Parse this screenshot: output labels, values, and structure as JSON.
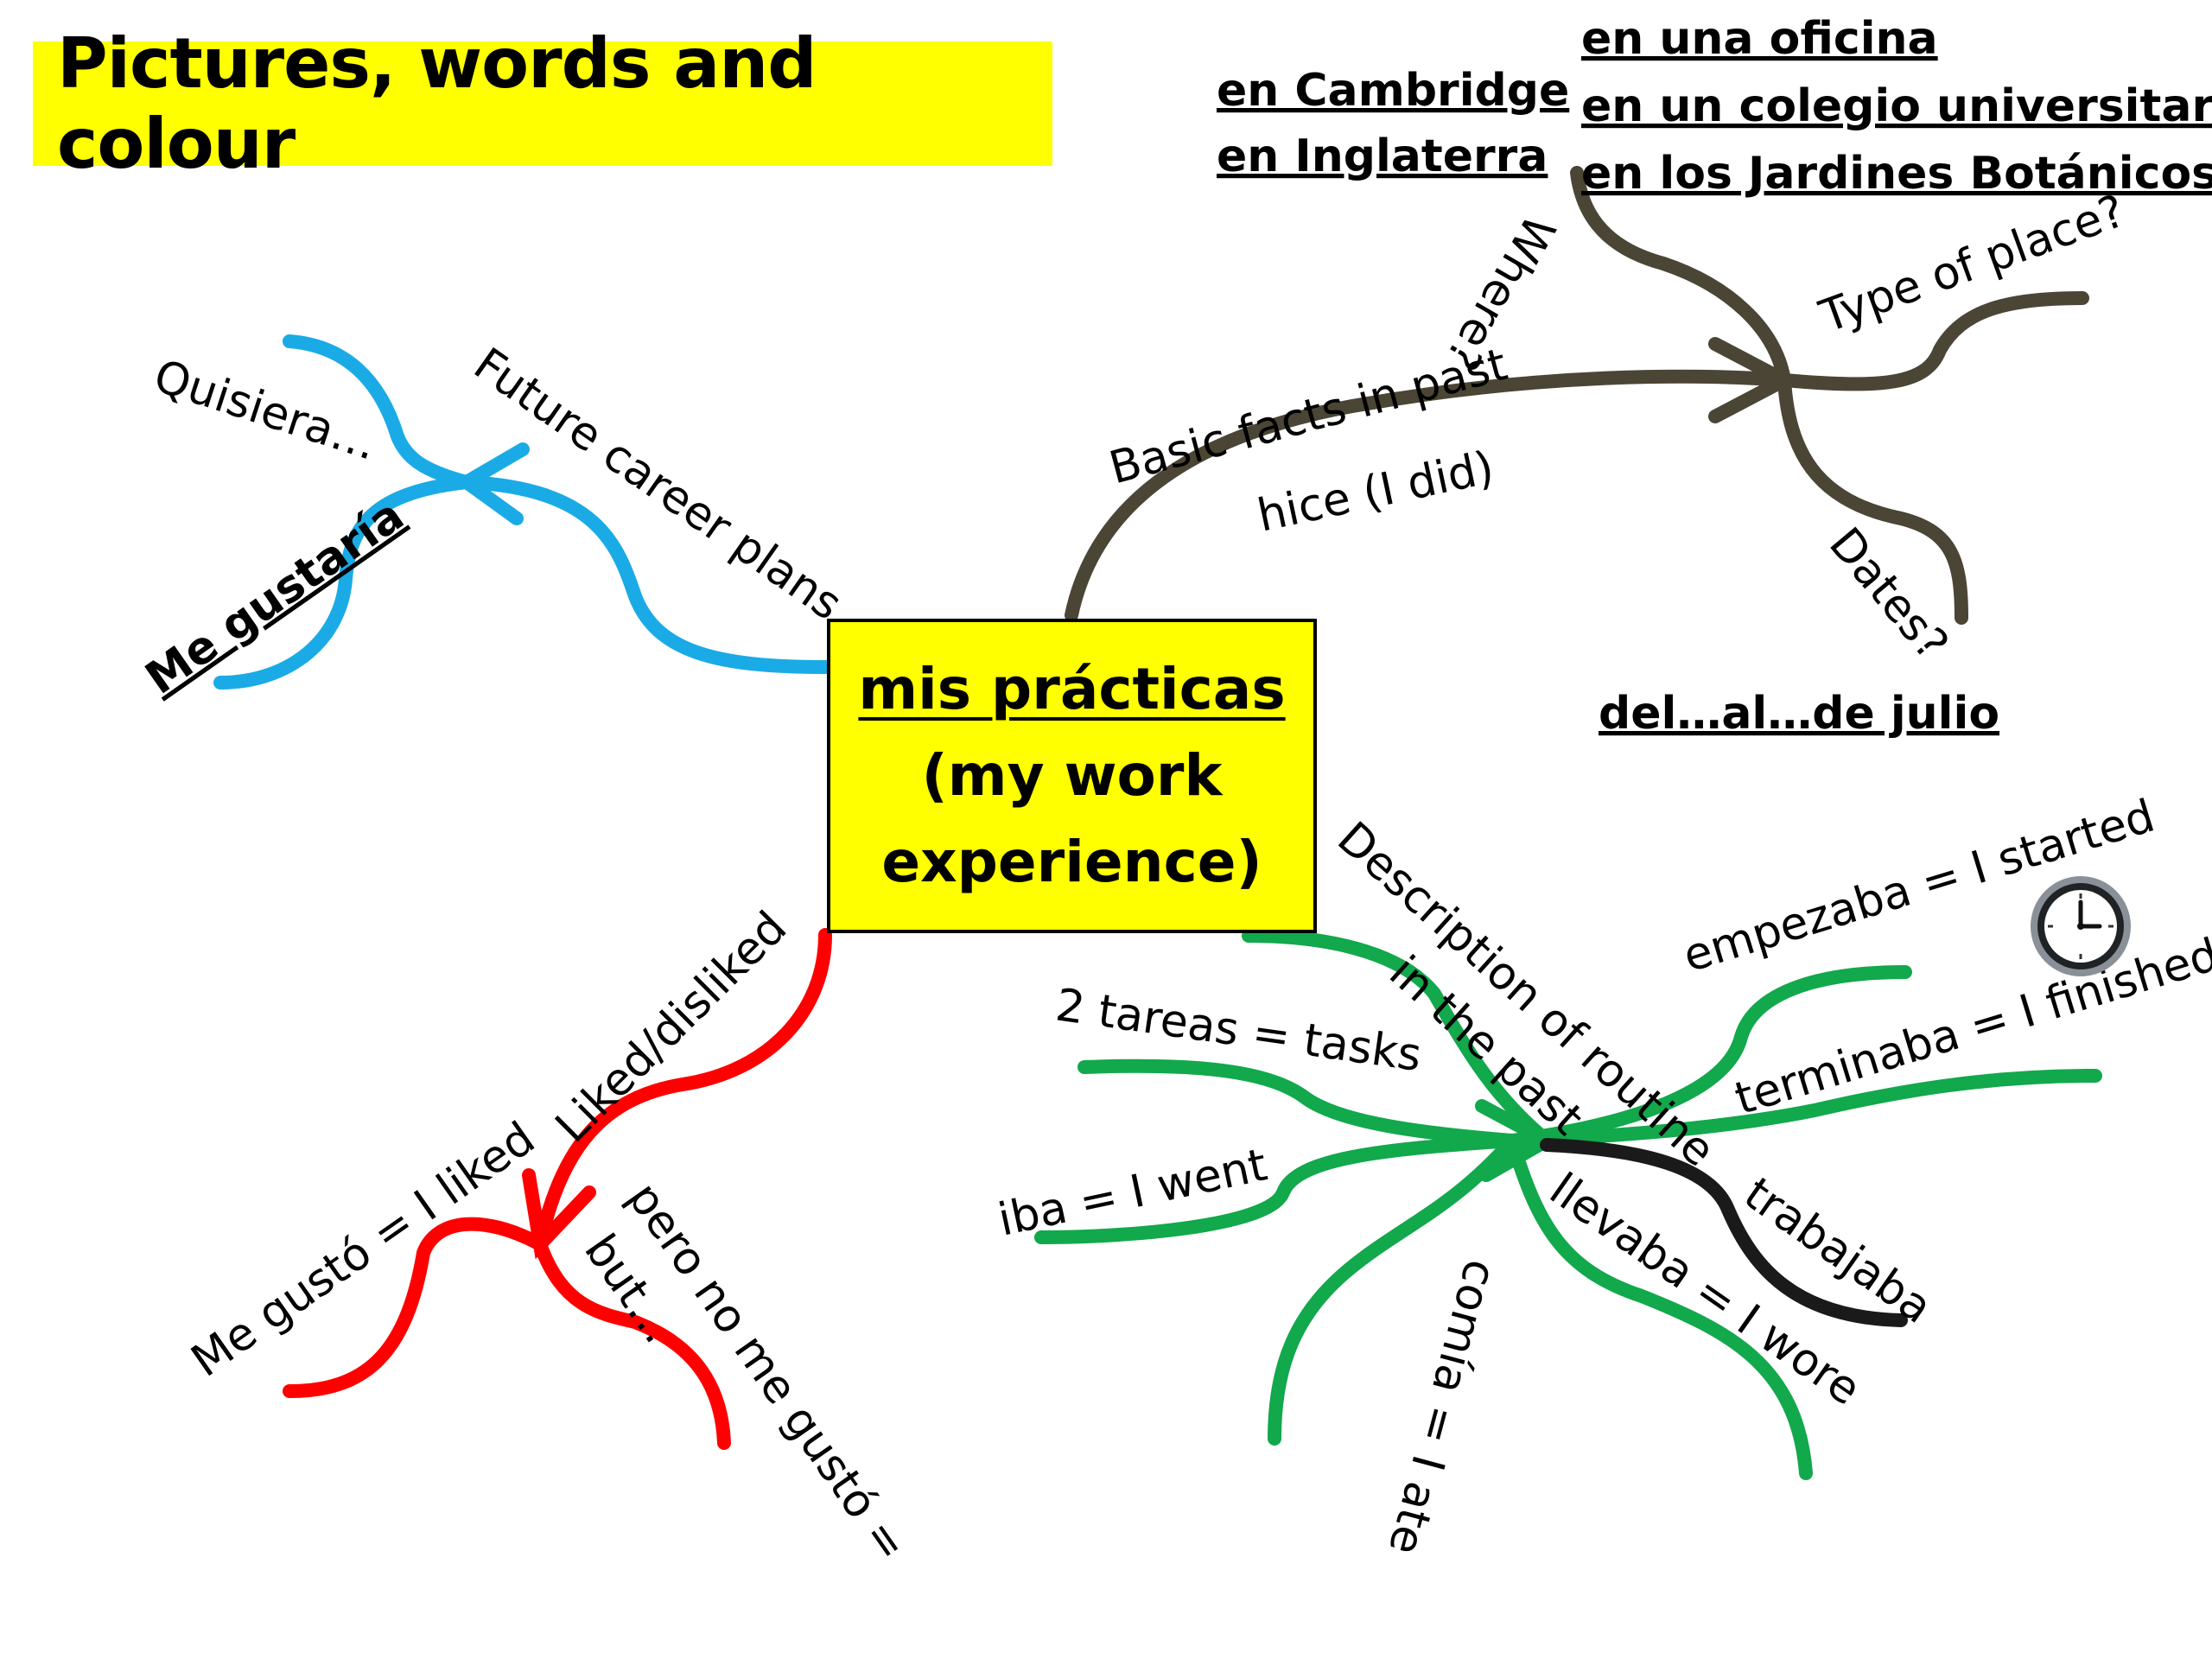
{
  "title": "Pictures, words and colour",
  "center": {
    "line1": "mis prácticas",
    "line2": "(my work",
    "line3": "experience)"
  },
  "future": {
    "branch": "Future career plans",
    "quisiera": "Quisiera",
    "quisiera_dots": "…",
    "me_gustaria": "Me gustaría"
  },
  "facts": {
    "branch": "Basic facts in past",
    "hice": "hice",
    "hice_gloss": " (I did)",
    "where": "Where?",
    "type": "Type of place?",
    "dates": "Dates?",
    "cambridge": "en Cambridge",
    "inglaterra": "en Inglaterra",
    "oficina": "en una oficina",
    "colegio": "en un colegio universitario",
    "jardines": "en los Jardines Botánicos",
    "julio": "del…al…de julio"
  },
  "liked": {
    "branch": "Liked/disliked",
    "me_gusto": "Me gustó",
    "me_gusto_gloss": " = I liked",
    "but": "but…",
    "pero": "pero no me gustó",
    "pero_eq": " ="
  },
  "routine": {
    "line1": "Description of routine",
    "line2": "in the past",
    "tareas": "2 tareas = tasks",
    "iba": "iba",
    "iba_gloss": " = I went",
    "empezaba": "empezaba ",
    "empezaba_gloss": "= I started",
    "terminab": "terminab",
    "terminab_gloss": "a = I finished",
    "trabajab": "trabajab",
    "trabajab_end": "a",
    "llevaba": "llevaba",
    "llevaba_gloss": " = I wore",
    "comia": "comía",
    "comia_gloss": " = I ate"
  },
  "colors": {
    "yellow": "#ffff00",
    "blue": "#1aabe6",
    "brown": "#4b4535",
    "red": "#ff0000",
    "green": "#12a84c",
    "black": "#1a1a1a"
  },
  "icons": {
    "clock": "clock-icon"
  }
}
